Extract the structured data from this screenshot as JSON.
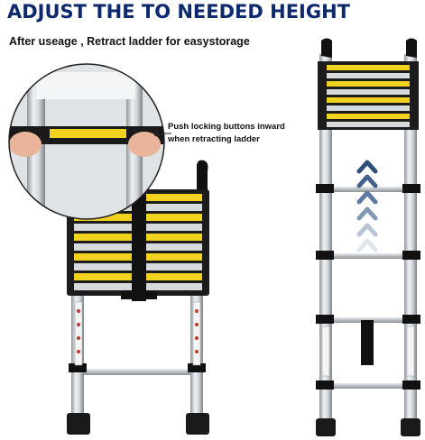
{
  "header": {
    "title": "ADJUST THE TO NEEDED HEIGHT",
    "subtitle": "After useage , Retract ladder for easystorage"
  },
  "callout": {
    "line1": "Push locking buttons inward",
    "line2": "when retracting ladder"
  },
  "colors": {
    "title": "#0d2a6e",
    "rail": "#c9ced3",
    "rung_label": "#f1d21f",
    "black": "#111111",
    "chevron_dark": "#2f4f7a",
    "chevron_light": "#d9e1ea"
  },
  "icons": {
    "up_chevrons": "up-arrow-chevron-icon"
  }
}
